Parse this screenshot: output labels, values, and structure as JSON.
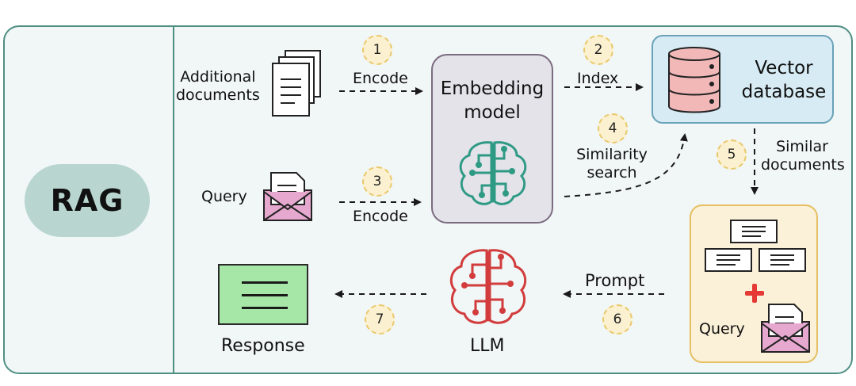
{
  "title": "RAG",
  "nodes": {
    "additional_documents": "Additional\ndocuments",
    "query": "Query",
    "embedding_model": "Embedding\nmodel",
    "vector_database": "Vector\ndatabase",
    "prompt_query": "Query",
    "llm": "LLM",
    "response": "Response"
  },
  "edges": [
    {
      "step": "1",
      "label": "Encode",
      "from": "additional_documents",
      "to": "embedding_model"
    },
    {
      "step": "2",
      "label": "Index",
      "from": "embedding_model",
      "to": "vector_database"
    },
    {
      "step": "3",
      "label": "Encode",
      "from": "query",
      "to": "embedding_model"
    },
    {
      "step": "4",
      "label": "Similarity\nsearch",
      "from": "embedding_model",
      "to": "vector_database"
    },
    {
      "step": "5",
      "label": "Similar\ndocuments",
      "from": "vector_database",
      "to": "prompt"
    },
    {
      "step": "6",
      "label": "Prompt",
      "from": "prompt",
      "to": "llm"
    },
    {
      "step": "7",
      "label": "",
      "from": "llm",
      "to": "response"
    }
  ],
  "colors": {
    "frame_border": "#4f8f83",
    "rag_pill": "#b8d6cf",
    "badge_fill": "#fbf1d0",
    "embedding_brain": "#2f9a84",
    "llm_brain": "#d23c3c",
    "database": "#f2b8b8",
    "envelope": "#e6a8cf",
    "response_card": "#a6e7a8",
    "plus": "#e53935"
  },
  "icons": {
    "documents": "document-stack-icon",
    "query": "envelope-letter-icon",
    "embedding": "circuit-brain-icon",
    "database": "database-cylinder-icon",
    "llm": "circuit-brain-icon",
    "response": "text-card-icon",
    "plus": "plus-icon"
  }
}
